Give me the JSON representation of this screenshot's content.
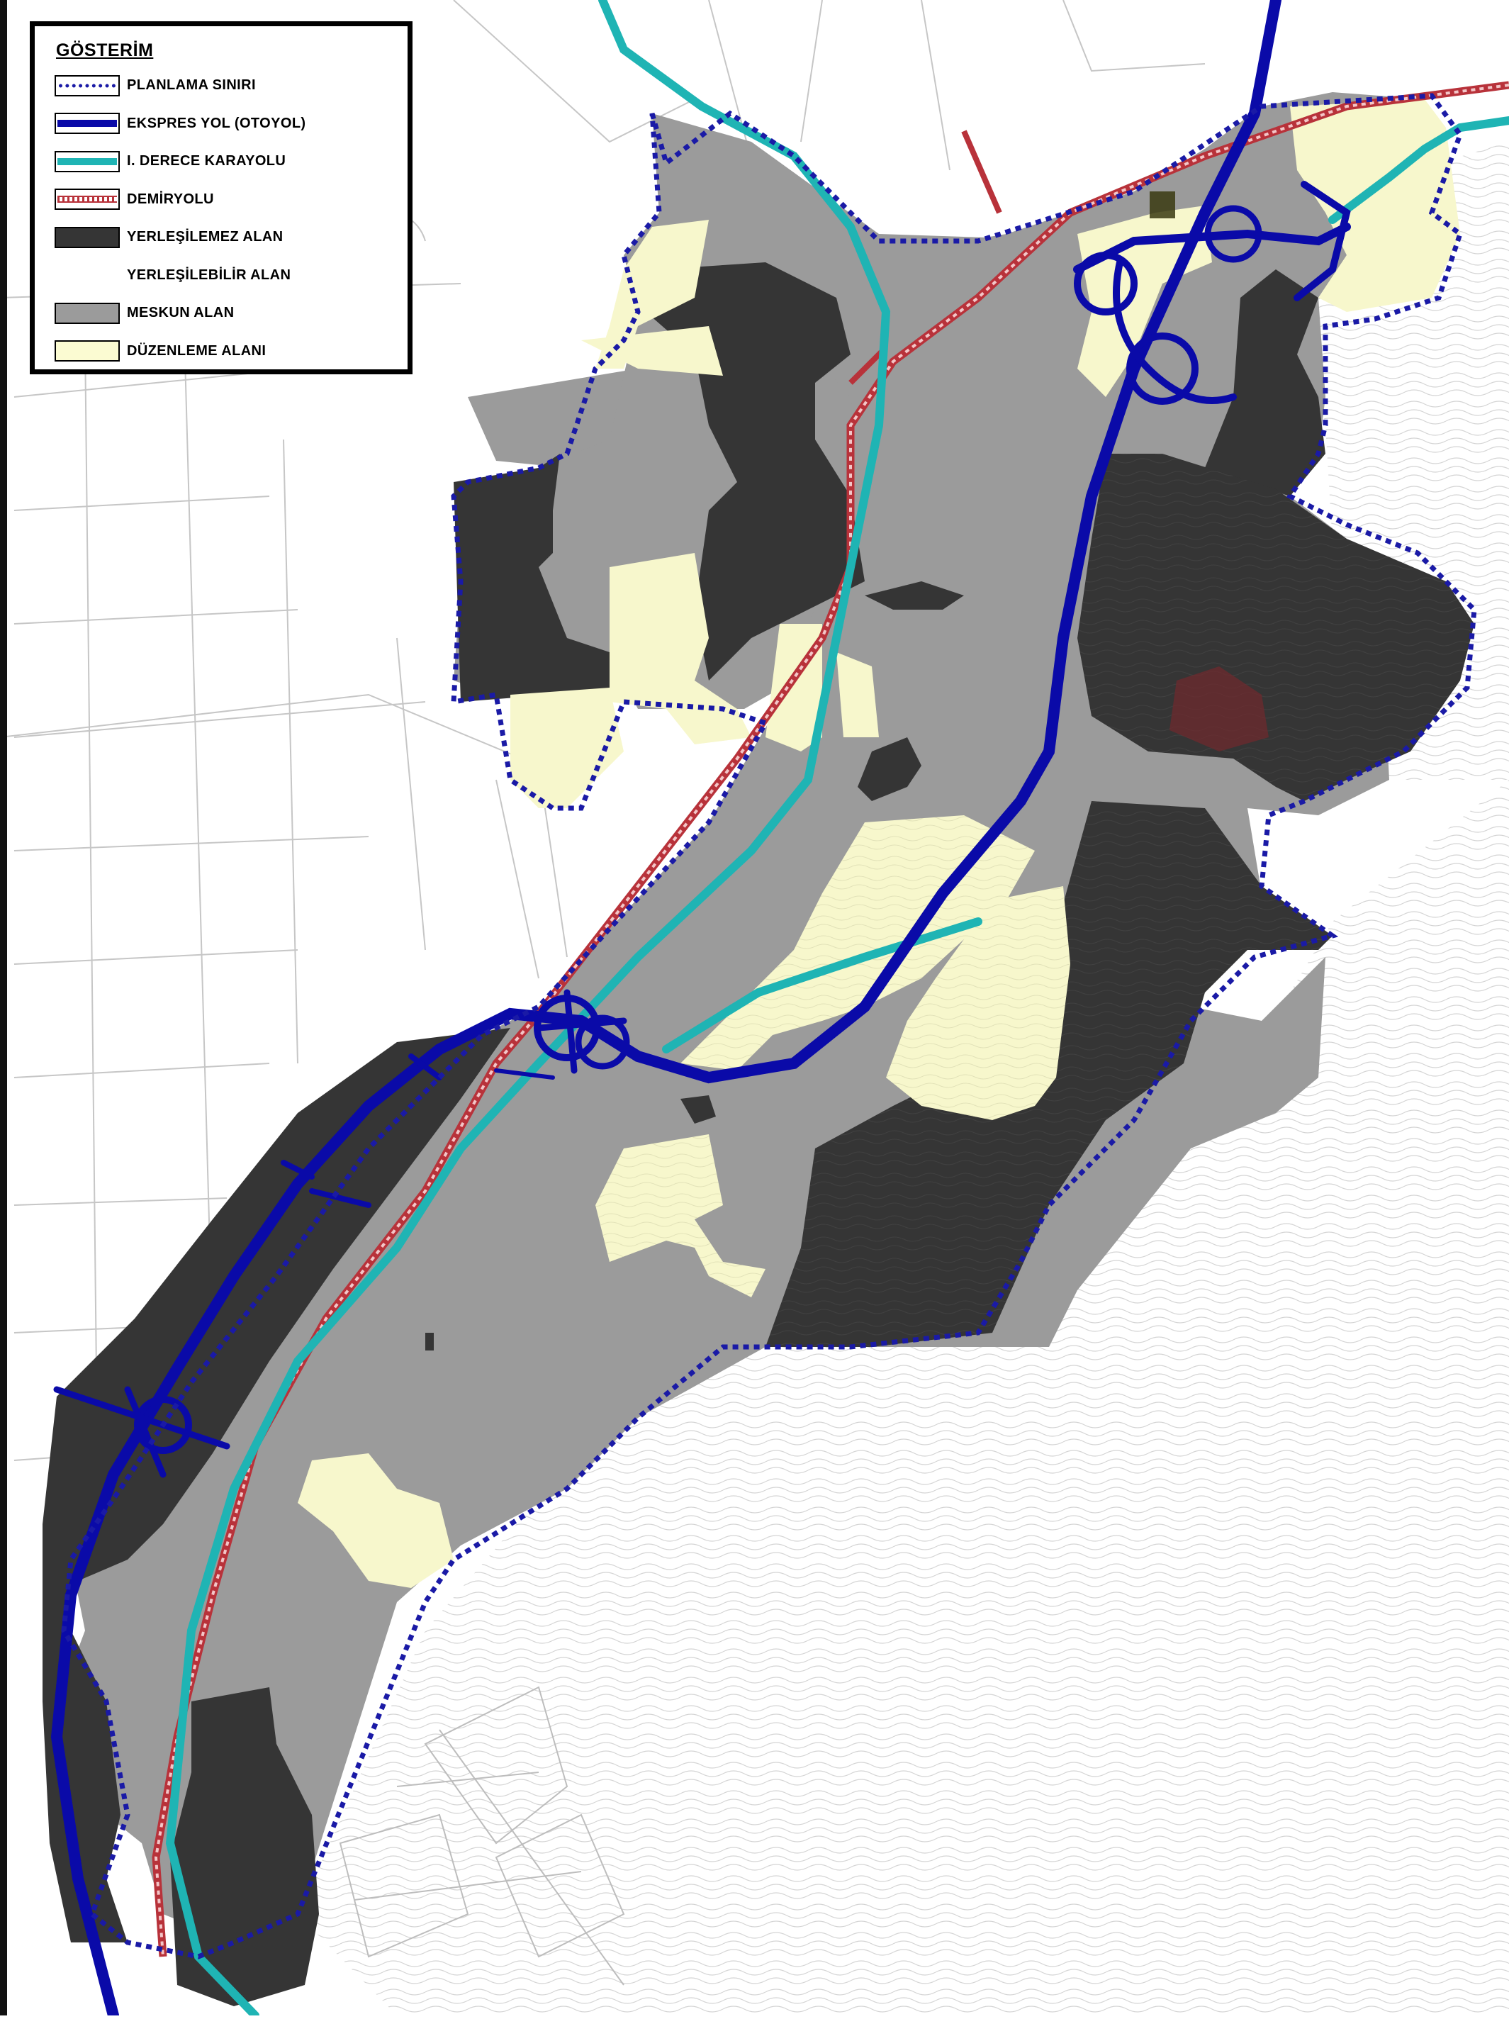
{
  "legend": {
    "title": "GÖSTERİM",
    "items": [
      {
        "id": "planlama-siniri",
        "label": "PLANLAMA SINIRI",
        "color": "#1a1aa6",
        "style": "dotted-line"
      },
      {
        "id": "ekspres-yol",
        "label": "EKSPRES YOL (OTOYOL)",
        "color": "#0a0aa8",
        "style": "thick-line"
      },
      {
        "id": "karayolu",
        "label": "I. DERECE KARAYOLU",
        "color": "#1fb4b4",
        "style": "thick-line"
      },
      {
        "id": "demiryolu",
        "label": "DEMİRYOLU",
        "color": "#b8323a",
        "style": "rail-line"
      },
      {
        "id": "yerlesilemez",
        "label": "YERLEŞİLEMEZ ALAN",
        "color": "#353535",
        "style": "fill"
      },
      {
        "id": "yerlesilebilir",
        "label": "YERLEŞİLEBİLİR ALAN",
        "color": "#ffffff",
        "style": "none"
      },
      {
        "id": "meskun",
        "label": "MESKUN ALAN",
        "color": "#9b9b9b",
        "style": "fill"
      },
      {
        "id": "duzenleme",
        "label": "DÜZENLEME ALANI",
        "color": "#fbfbd2",
        "style": "fill"
      }
    ]
  },
  "colors": {
    "background": "#ffffff",
    "basemap_lines": "#c4c4c4",
    "contours": "#d2d2d2",
    "meskun": "#9b9b9b",
    "yerlesilemez": "#353535",
    "duzenleme": "#f7f7cc",
    "boundary": "#1a1aa6",
    "highway": "#0a0aa8",
    "road": "#1fb4b4",
    "rail": "#b8323a"
  }
}
